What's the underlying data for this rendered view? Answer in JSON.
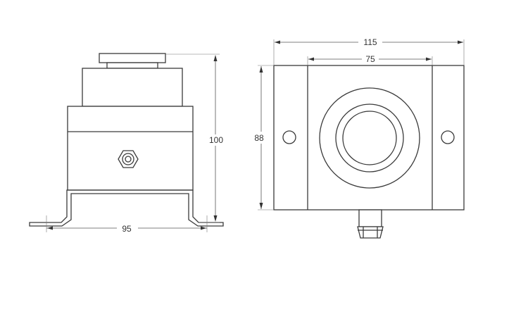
{
  "colors": {
    "line": "#3a3a3a",
    "background": "#ffffff"
  },
  "dimensions": {
    "height": "100",
    "base_width": "95",
    "overall_width": "115",
    "inner_width": "75",
    "depth": "88"
  }
}
